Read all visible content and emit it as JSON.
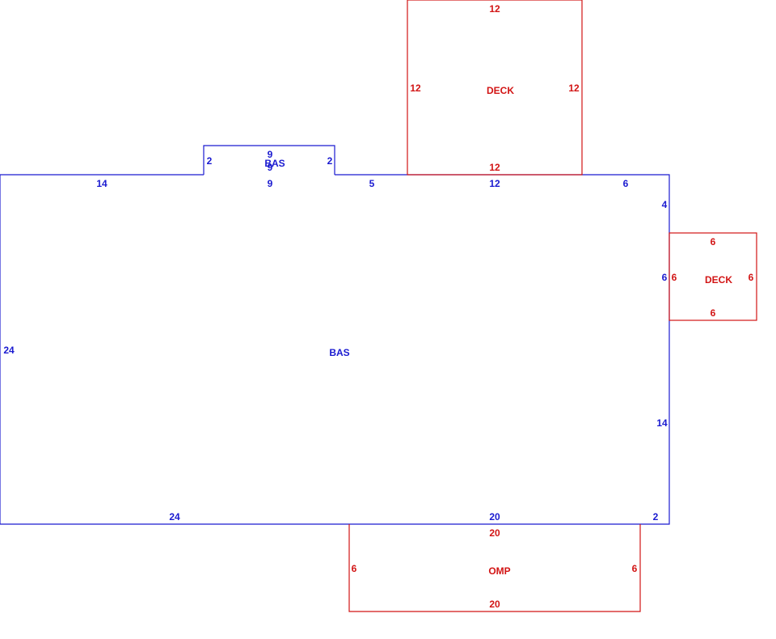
{
  "colors": {
    "bas": "#1a1ad0",
    "addition": "#d21414"
  },
  "areas": {
    "bas_main": {
      "label": "BAS",
      "dims": {
        "top_a": "14",
        "top_b": "9",
        "top_c": "5",
        "top_d": "12",
        "top_e": "6",
        "right_a": "4",
        "right_b": "6",
        "right_c": "14",
        "bottom_a": "24",
        "bottom_b": "20",
        "bottom_c": "2",
        "left": "24"
      }
    },
    "bas_bump": {
      "label": "BAS",
      "dims": {
        "top": "9",
        "bottom": "9",
        "left": "2",
        "right": "2"
      }
    },
    "deck_top": {
      "label": "DECK",
      "dims": {
        "top": "12",
        "bottom": "12",
        "left": "12",
        "right": "12"
      }
    },
    "deck_right": {
      "label": "DECK",
      "dims": {
        "top": "6",
        "bottom": "6",
        "left": "6",
        "right": "6"
      }
    },
    "omp": {
      "label": "OMP",
      "dims": {
        "top": "20",
        "bottom": "20",
        "left": "6",
        "right": "6"
      }
    }
  }
}
